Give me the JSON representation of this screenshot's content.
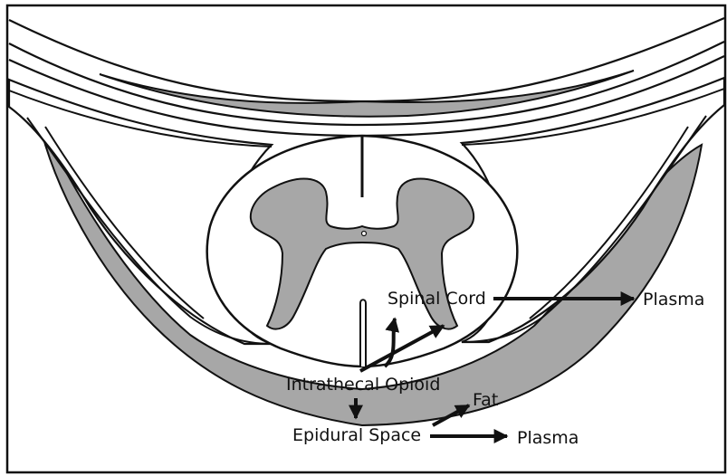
{
  "labels": {
    "spinal_cord": "Spinal Cord",
    "plasma_upper": "Plasma",
    "intrathecal_opioid": "Intrathecal Opioid",
    "fat": "Fat",
    "epidural_space": "Epidural Space",
    "plasma_lower": "Plasma"
  },
  "colors": {
    "outline": "#111111",
    "fill_gray": "#a7a7a7",
    "background": "#ffffff",
    "label_text": "#111111"
  }
}
